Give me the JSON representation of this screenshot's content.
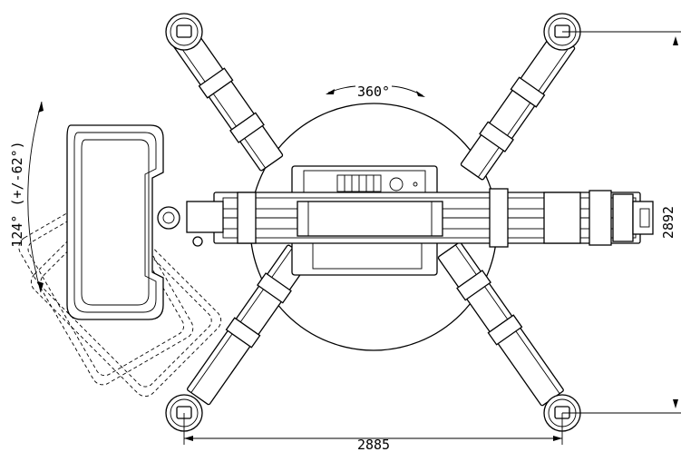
{
  "dimensions": {
    "rotation": "360°",
    "basket_slew": "124° (+/-62°)",
    "width": "2885",
    "length": "2892"
  }
}
